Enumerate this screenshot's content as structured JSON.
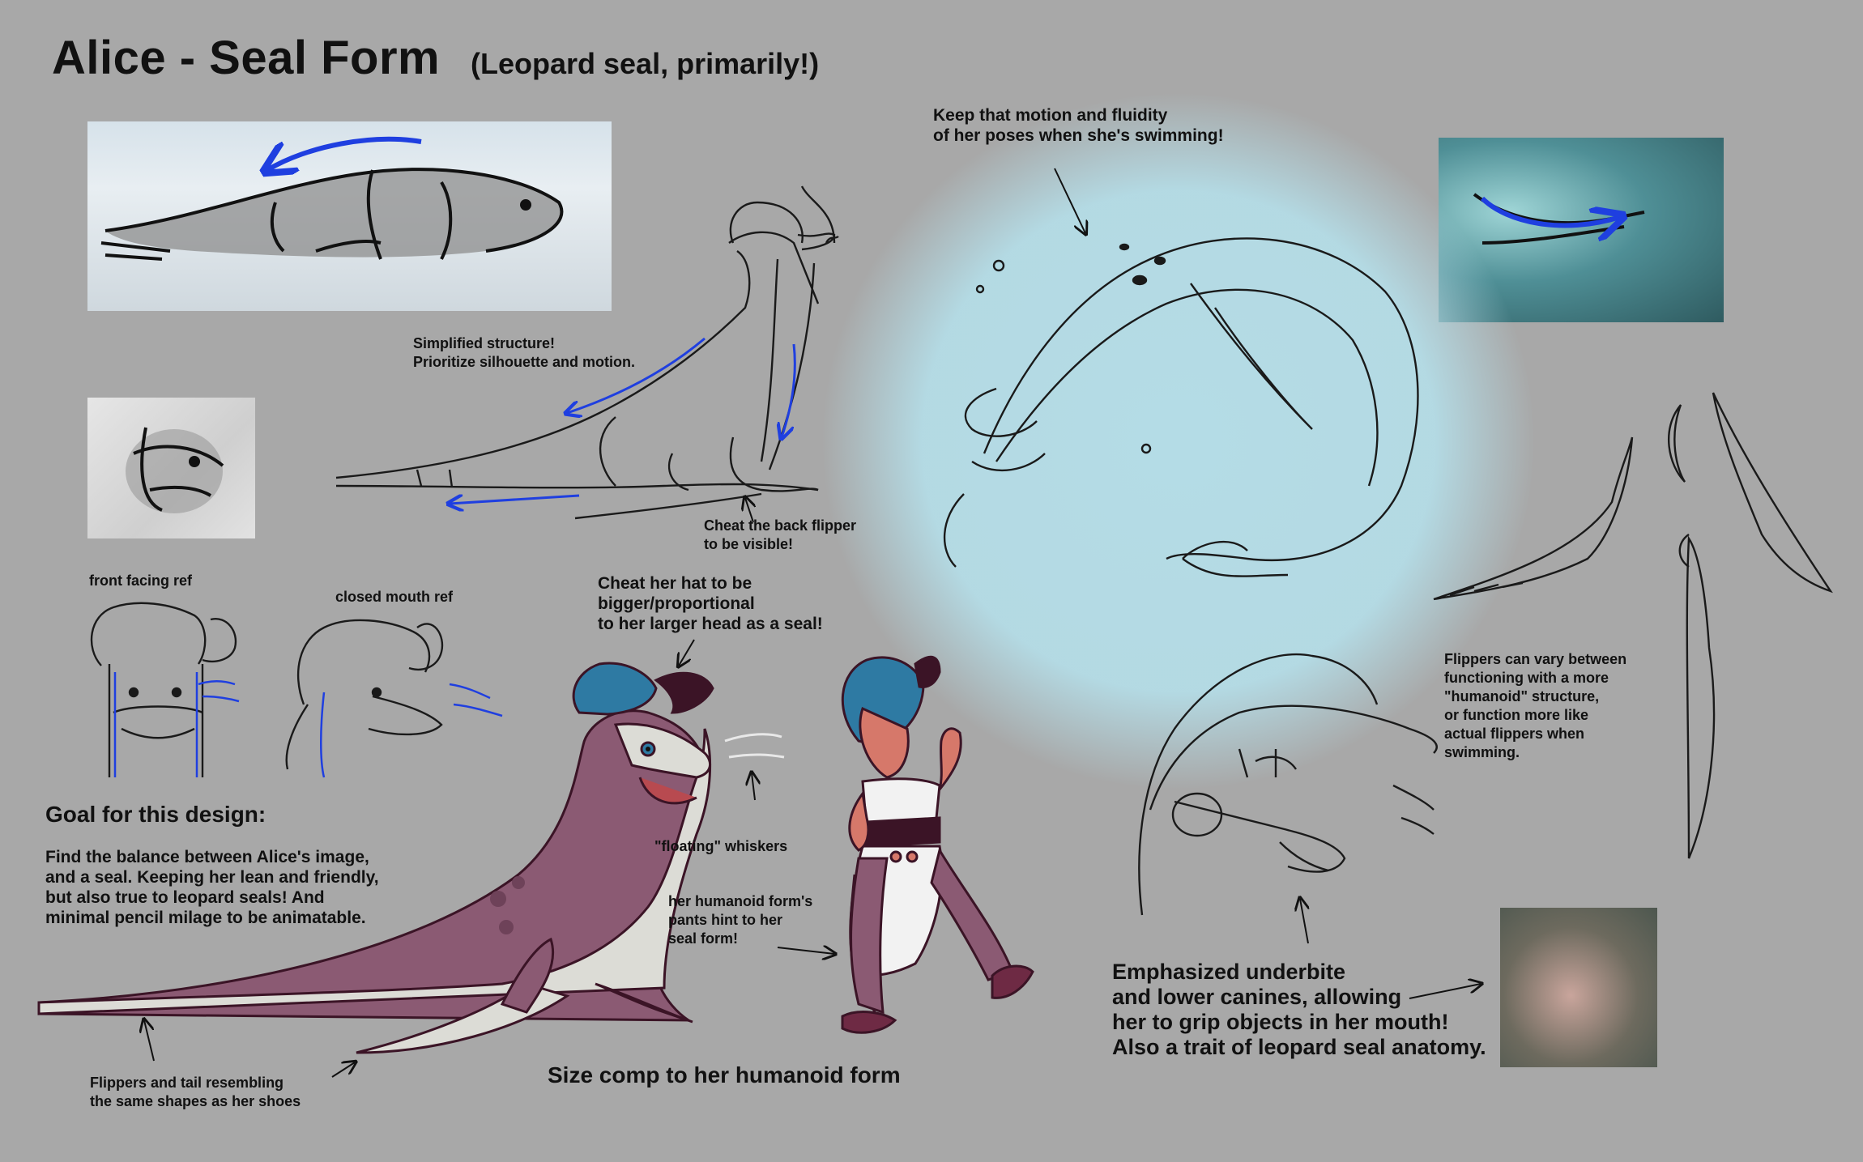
{
  "sheet": {
    "title": "Alice - Seal Form",
    "subtitle": "(Leopard seal, primarily!)"
  },
  "notes": {
    "motion": "Keep that motion and fluidity\nof her poses when she's swimming!",
    "simplified": "Simplified structure!\nPrioritize silhouette and motion.",
    "back_flipper": "Cheat the back flipper\nto be visible!",
    "front_ref": "front facing ref",
    "closed_ref": "closed mouth ref",
    "hat": "Cheat her hat to be\nbigger/proportional\nto her larger head as a seal!",
    "whiskers": "\"floating\" whiskers",
    "pants": "her humanoid form's\npants hint to her\nseal form!",
    "flippers_vary": "Flippers can vary between\nfunctioning with a more\n\"humanoid\" structure,\nor function more like\nactual flippers when\nswimming.",
    "tail": "Flippers and tail resembling\nthe same shapes as her shoes",
    "underbite": "Emphasized underbite\nand lower canines, allowing\nher to grip objects in her mouth!\nAlso a trait of leopard seal anatomy.",
    "size_comp": "Size comp to her humanoid form"
  },
  "goal": {
    "heading": "Goal for this design:",
    "body": "Find the balance between Alice's image,\nand a seal. Keeping her lean and friendly,\nbut also true to leopard seals! And\nminimal pencil milage to be animatable."
  },
  "colors": {
    "background": "#a8a8a8",
    "seal_body": "#8b5a73",
    "seal_belly": "#dcdcd6",
    "hat": "#2e7aa3",
    "skin": "#d6786a",
    "motion_arrow": "#1f3fe0",
    "swim_glow": "#b4dce6"
  },
  "icons": {
    "arrow": "arrow-icon",
    "motion_arrow": "motion-arrow-icon"
  }
}
